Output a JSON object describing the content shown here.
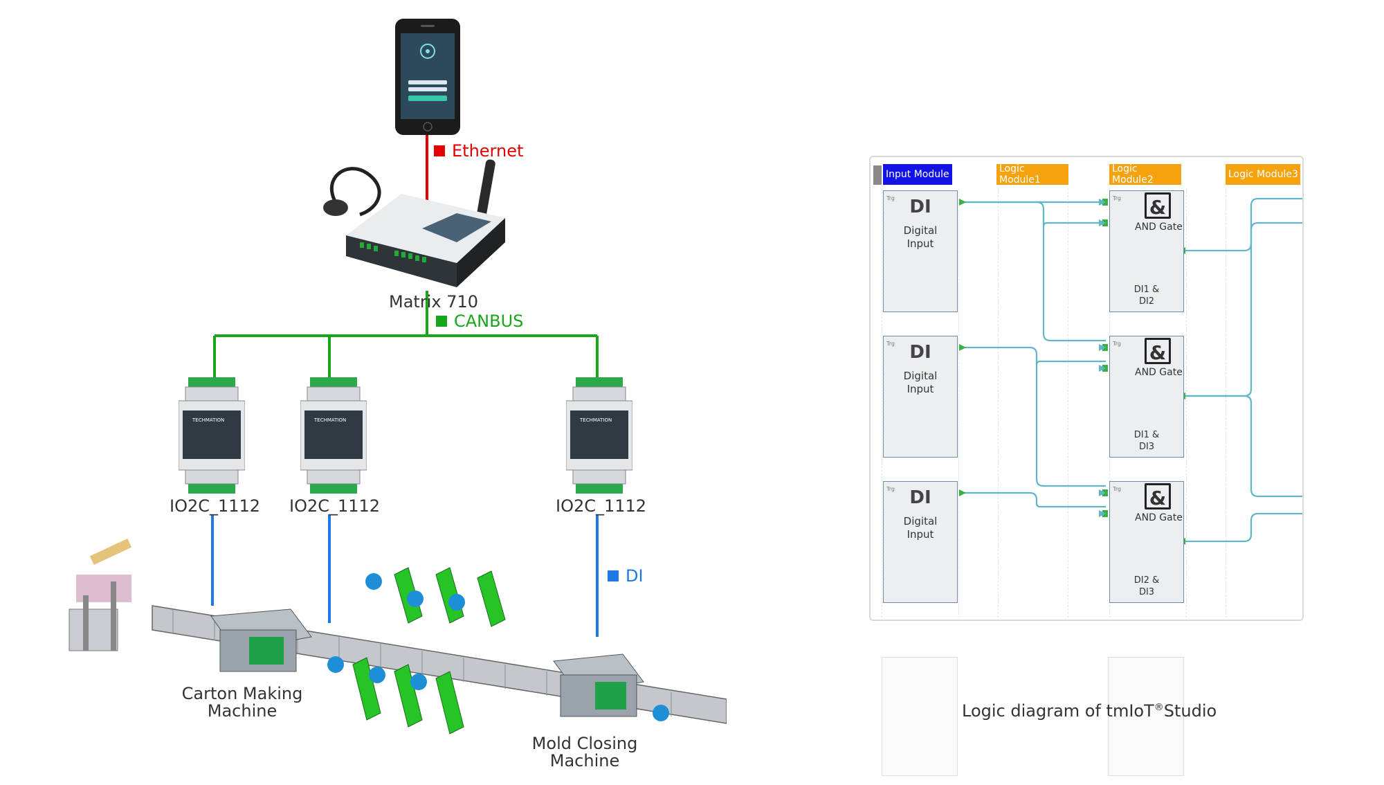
{
  "network": {
    "ethernet": {
      "label": "Ethernet",
      "color": "#e30000"
    },
    "canbus": {
      "label": "CANBUS",
      "color": "#1aa61a"
    },
    "di": {
      "label": "DI",
      "color": "#1e78e6"
    }
  },
  "devices": {
    "gateway_label": "Matrix 710",
    "io_modules": [
      "IO2C_1112",
      "IO2C_1112",
      "IO2C_1112"
    ],
    "io_brand": "TECHMATION"
  },
  "machines": {
    "carton_line1": "Carton Making",
    "carton_line2": "Machine",
    "mold_line1": "Mold Closing",
    "mold_line2": "Machine"
  },
  "logic_diagram": {
    "caption_prefix": "Logic diagram of tmIoT",
    "caption_reg": "®",
    "caption_suffix": "Studio",
    "headers": [
      {
        "label": "Input Module",
        "color": "#1212e6"
      },
      {
        "label": "Logic Module1",
        "color": "#f5a20f"
      },
      {
        "label": "Logic Module2",
        "color": "#f5a20f"
      },
      {
        "label": "Logic Module3",
        "color": "#f5a20f"
      }
    ],
    "inputs": [
      {
        "symbol": "DI",
        "line1": "Digital",
        "line2": "Input",
        "trg": "Trg"
      },
      {
        "symbol": "DI",
        "line1": "Digital",
        "line2": "Input",
        "trg": "Trg"
      },
      {
        "symbol": "DI",
        "line1": "Digital",
        "line2": "Input",
        "trg": "Trg"
      }
    ],
    "gates": [
      {
        "symbol": "&",
        "name": "AND Gate",
        "out1": "DI1 &",
        "out2": "DI2",
        "trg": "Trg"
      },
      {
        "symbol": "&",
        "name": "AND Gate",
        "out1": "DI1 &",
        "out2": "DI3",
        "trg": "Trg"
      },
      {
        "symbol": "&",
        "name": "AND Gate",
        "out1": "DI2 &",
        "out2": "DI3",
        "trg": "Trg"
      }
    ],
    "wire_color": "#5fb6c9",
    "port_color": "#3cb043"
  }
}
